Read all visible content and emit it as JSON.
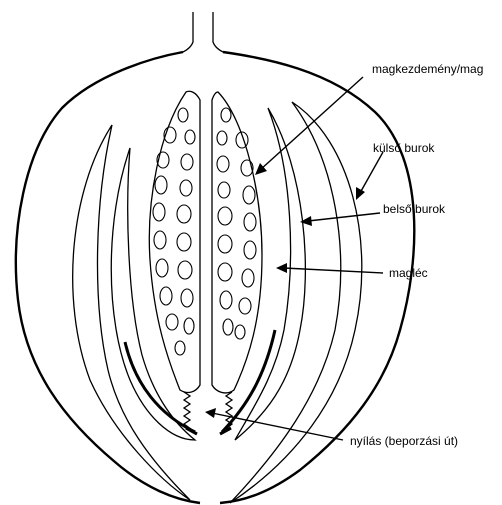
{
  "labels": {
    "ovule": "magkezdemény/mag",
    "outer_integument": "külső burok",
    "inner_integument": "belső burok",
    "placenta": "magléc",
    "opening": "nyílás (beporzási út)"
  }
}
